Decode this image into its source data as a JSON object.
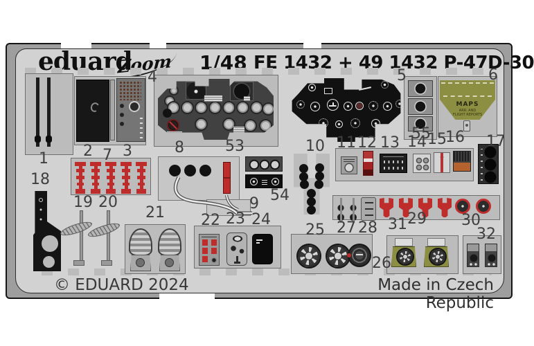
{
  "header": {
    "brand": "eduard",
    "series_logo": "Zoom",
    "scale": "1/48",
    "code": "FE 1432 + 49 1432 P-47D-30"
  },
  "footer": {
    "copyright": "© EDUARD 2024",
    "made_in": "Made in Czech Republic"
  },
  "map_case": {
    "title": "MAPS",
    "line2": "ARR. AND",
    "line3": "FLIGHT REPORTS"
  },
  "labels": {
    "n1": "1",
    "n2": "2",
    "n3": "3",
    "n4": "4",
    "n5": "5",
    "n6": "6",
    "n7": "7",
    "n8": "8",
    "n9": "9",
    "n10": "10",
    "n11": "11",
    "n12": "12",
    "n13": "13",
    "n14": "14",
    "n15": "15",
    "n16": "16",
    "n17": "17",
    "n18": "18",
    "n19": "19",
    "n20": "20",
    "n21": "21",
    "n22": "22",
    "n23": "23",
    "n24": "24",
    "n25": "25",
    "n26": "26",
    "n27": "27",
    "n28": "28",
    "n29": "29",
    "n30": "30",
    "n31": "31",
    "n32": "32",
    "n53": "53",
    "n54": "54",
    "n55": "55"
  },
  "colors": {
    "fret": "#d2d2d2",
    "backing": "#9e9e9e",
    "red": "#bf2c2c",
    "olive": "#8c8f42",
    "panel": "#414141"
  }
}
